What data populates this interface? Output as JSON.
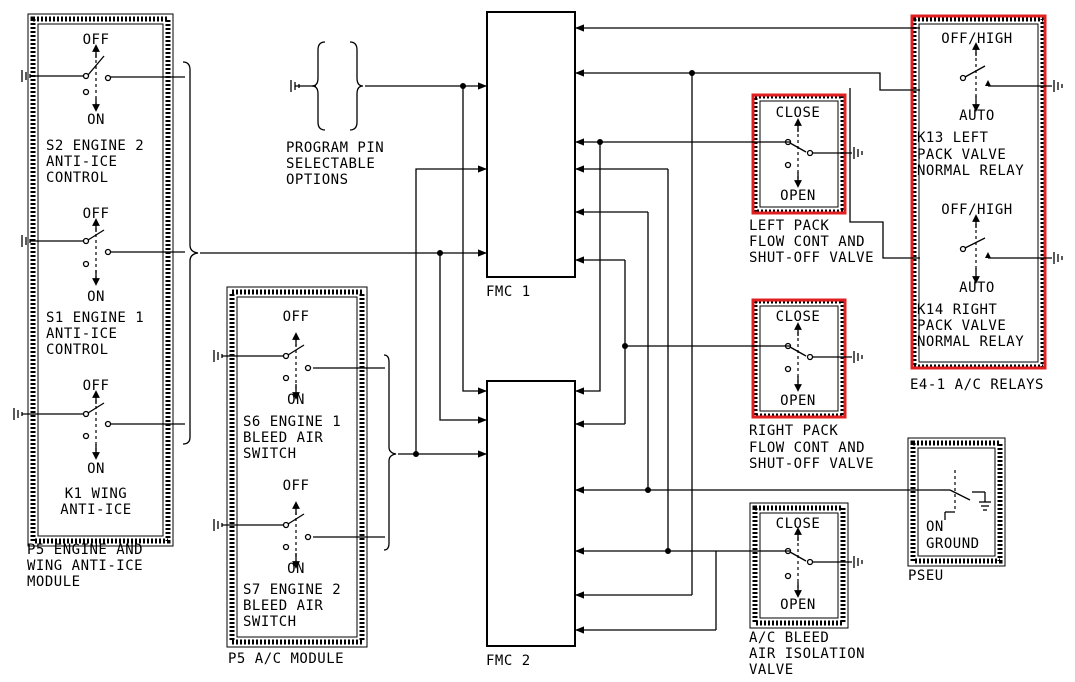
{
  "labels": {
    "s2_off": "OFF",
    "s2_on": "ON",
    "s2_name": [
      "S2 ENGINE 2",
      "ANTI-ICE",
      "CONTROL"
    ],
    "s1_off": "OFF",
    "s1_on": "ON",
    "s1_name": [
      "S1 ENGINE 1",
      "ANTI-ICE",
      "CONTROL"
    ],
    "k1_off": "OFF",
    "k1_on": "ON",
    "k1_name": [
      "K1 WING",
      "ANTI-ICE"
    ],
    "p5_engine_module": [
      "P5 ENGINE AND",
      "WING ANTI-ICE",
      "MODULE"
    ],
    "program_pin": [
      "PROGRAM PIN",
      "SELECTABLE",
      "OPTIONS"
    ],
    "s6_off": "OFF",
    "s6_on": "ON",
    "s6_name": [
      "S6 ENGINE 1",
      "BLEED AIR",
      "SWITCH"
    ],
    "s7_off": "OFF",
    "s7_on": "ON",
    "s7_name": [
      "S7 ENGINE 2",
      "BLEED AIR",
      "SWITCH"
    ],
    "p5_ac_module": "P5 A/C MODULE",
    "fmc1": "FMC 1",
    "fmc2": "FMC 2",
    "left_pack_close": "CLOSE",
    "left_pack_open": "OPEN",
    "left_pack_name": [
      "LEFT PACK",
      "FLOW CONT AND",
      "SHUT-OFF VALVE"
    ],
    "right_pack_close": "CLOSE",
    "right_pack_open": "OPEN",
    "right_pack_name": [
      "RIGHT PACK",
      "FLOW CONT AND",
      "SHUT-OFF VALVE"
    ],
    "isolation_close": "CLOSE",
    "isolation_open": "OPEN",
    "isolation_name": [
      "A/C BLEED",
      "AIR ISOLATION",
      "VALVE"
    ],
    "k13_off": "OFF/HIGH",
    "k13_auto": "AUTO",
    "k13_name": [
      "K13 LEFT",
      "PACK VALVE",
      "NORMAL RELAY"
    ],
    "k14_off": "OFF/HIGH",
    "k14_auto": "AUTO",
    "k14_name": [
      "K14 RIGHT",
      "PACK VALVE",
      "NORMAL RELAY"
    ],
    "e4_relays": "E4-1 A/C RELAYS",
    "pseu_on": "ON",
    "pseu_ground": "GROUND",
    "pseu": "PSEU"
  },
  "colors": {
    "line": "#000000",
    "highlight": "#e02020",
    "background": "#ffffff"
  }
}
